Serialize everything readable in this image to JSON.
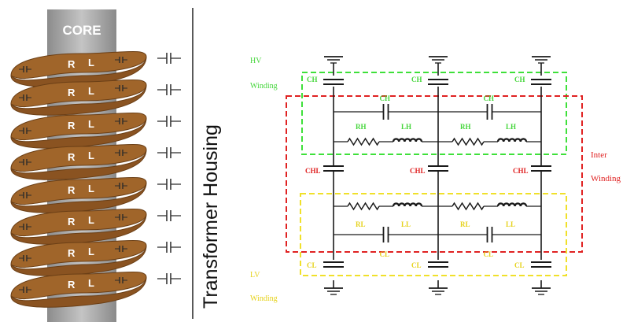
{
  "core": {
    "label": "CORE"
  },
  "turns": [
    {
      "r": "R",
      "l": "L"
    },
    {
      "r": "R",
      "l": "L"
    },
    {
      "r": "R",
      "l": "L"
    },
    {
      "r": "R",
      "l": "L"
    },
    {
      "r": "R",
      "l": "L"
    },
    {
      "r": "R",
      "l": "L"
    },
    {
      "r": "R",
      "l": "L"
    },
    {
      "r": "R",
      "l": "L"
    }
  ],
  "housing": {
    "label": "Transformer Housing"
  },
  "regions": {
    "hv": [
      "HV",
      "Winding"
    ],
    "inter": [
      "Inter",
      "Winding"
    ],
    "lv": [
      "LV",
      "Winding"
    ]
  },
  "components": {
    "c_hv_top": [
      "CH",
      "CH",
      "CH"
    ],
    "c_hv_series": [
      "CH",
      "CH"
    ],
    "r_hv": [
      "RH",
      "RH"
    ],
    "l_hv": [
      "LH",
      "LH"
    ],
    "c_hl": [
      "CHL",
      "CHL",
      "CHL"
    ],
    "r_lv": [
      "RL",
      "RL"
    ],
    "l_lv": [
      "LL",
      "LL"
    ],
    "c_lv_series": [
      "CL",
      "CL"
    ],
    "c_lv_bottom": [
      "CL",
      "CL",
      "CL"
    ]
  },
  "colors": {
    "coil": "#a0652a",
    "coil_dark": "#6b3f16",
    "core": "#a9a9a9",
    "hv_box": "#3ee03a",
    "inter_box": "#e02222",
    "lv_box": "#f0e02a",
    "wire": "#1a1a1a"
  }
}
